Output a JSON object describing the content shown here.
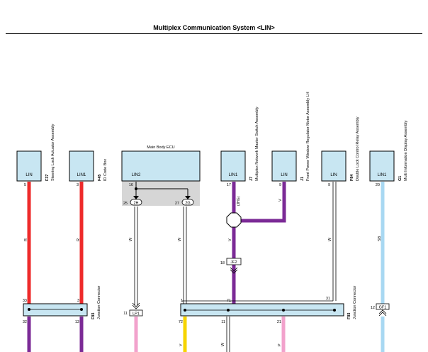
{
  "title": "Multiplex Communication System <LIN>",
  "colors": {
    "red": "#ee2a2a",
    "purple": "#7b2a96",
    "pink": "#f2a2cc",
    "yellow": "#f6d400",
    "light_blue": "#a8d8f2",
    "box_fill": "#c8e6f2",
    "ecu_region": "#d6d6d6"
  },
  "components": [
    {
      "id": "F37",
      "pin_label": "LIN",
      "name": "Steering Lock Actuator Assembly"
    },
    {
      "id": "F45",
      "pin_label": "LIN1",
      "name": "ID Code Box"
    },
    {
      "id": "ecu",
      "pin_label": "LIN2",
      "name": "Main Body ECU"
    },
    {
      "id": "J7",
      "pin_label": "LIN1",
      "name": "Multiplex Network Master Switch Assembly"
    },
    {
      "id": "J1",
      "pin_label": "LIN",
      "name": "Front Power Window Regulator Motor Assembly LH"
    },
    {
      "id": "F84",
      "pin_label": "LIN",
      "name": "Double Lock Control Relay Assembly"
    },
    {
      "id": "G1",
      "pin_label": "LIN1",
      "name": "Multi Information Display Assembly"
    }
  ],
  "pins": {
    "f37": "5",
    "f45": "3",
    "ecu": "16",
    "j7": "17",
    "j1": "9",
    "f84": "9",
    "g1": "20"
  },
  "wire_colors": {
    "f37": "R",
    "f45": "R",
    "ecu_2h": "W",
    "ecu_2g": "W",
    "j7": "V",
    "j1": "V",
    "f84": "W",
    "g1": "SB"
  },
  "splices": {
    "s2h_pin": "25",
    "s2h_id": "2H",
    "s2g_pin": "27",
    "s2g_id": "2G",
    "j7_conn": "(JHG)"
  },
  "connectors": {
    "jf2_pin": "18",
    "jf2_id": "JF2",
    "lp1_pin": "11",
    "lp1_id": "LP1",
    "gf1_pin": "12",
    "gf1_id": "GF1"
  },
  "junction_left": {
    "id": "F93",
    "name": "Junction Connector",
    "top_left": "33",
    "top_right": "3",
    "bottom_left": "32",
    "bottom_right": "13"
  },
  "junction_right": {
    "id": "F93",
    "name": "Junction Connector",
    "top_1": "1",
    "top_71": "71",
    "top_31": "31",
    "bottom_72": "72",
    "bottom_11": "11",
    "bottom_21": "21"
  },
  "bottom_wire_colors": {
    "yellow": "Y",
    "white": "W",
    "pink": "P"
  }
}
